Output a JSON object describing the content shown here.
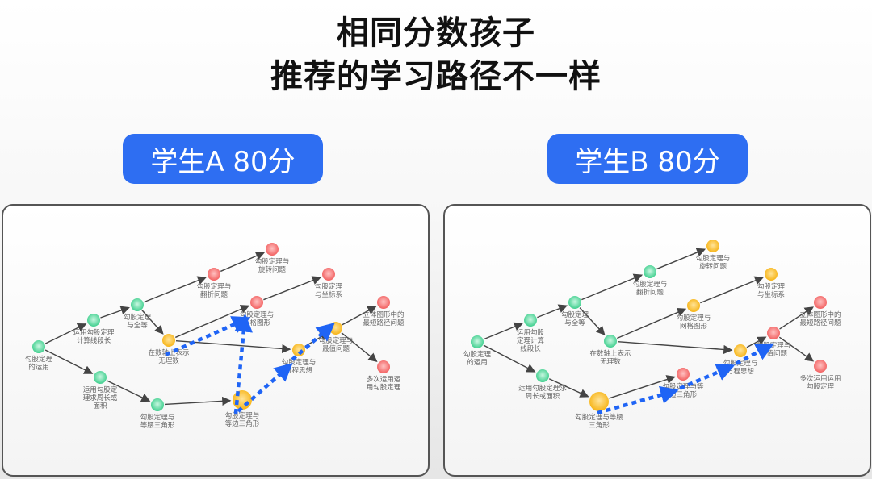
{
  "title": {
    "line1": "相同分数孩子",
    "line2": "推荐的学习路径不一样"
  },
  "colors": {
    "mastered": "#3fcf8e",
    "partial": "#f7b416",
    "weak": "#f26060",
    "path": "#1f64f5",
    "button": "#2e6ef2"
  },
  "panels": [
    {
      "button_label": "学生A 80分",
      "nodes": [
        {
          "label": [
            "勾股定理",
            "的运用"
          ],
          "status": "mastered"
        },
        {
          "label": [
            "运用勾股定理",
            "计算线段长"
          ],
          "status": "mastered"
        },
        {
          "label": [
            "勾股定理",
            "与全等"
          ],
          "status": "mastered"
        },
        {
          "label": [
            "勾股定理与",
            "翻折问题"
          ],
          "status": "weak"
        },
        {
          "label": [
            "勾股定理与",
            "旋转问题"
          ],
          "status": "weak"
        },
        {
          "label": [
            "在数轴上表示",
            "无理数"
          ],
          "status": "partial"
        },
        {
          "label": [
            "勾股定理与",
            "网格图形"
          ],
          "status": "weak"
        },
        {
          "label": [
            "勾股定理",
            "与坐标系"
          ],
          "status": "weak"
        },
        {
          "label": [
            "勾股定理与",
            "方程思想"
          ],
          "status": "partial"
        },
        {
          "label": [
            "勾股定理与",
            "最值问题"
          ],
          "status": "partial"
        },
        {
          "label": [
            "立体图形中的",
            "最短路径问题"
          ],
          "status": "weak"
        },
        {
          "label": [
            "多次运用运",
            "用勾股定理"
          ],
          "status": "weak"
        },
        {
          "label": [
            "运用勾股定",
            "理求周长或",
            "面积"
          ],
          "status": "mastered"
        },
        {
          "label": [
            "勾股定理与",
            "等腰三角形"
          ],
          "status": "mastered"
        },
        {
          "label": [
            "勾股定理与",
            "等边三角形"
          ],
          "status": "partial"
        }
      ]
    },
    {
      "button_label": "学生B 80分",
      "nodes": [
        {
          "label": [
            "勾股定理",
            "的运用"
          ],
          "status": "mastered"
        },
        {
          "label": [
            "运用勾股",
            "定理计算",
            "线段长"
          ],
          "status": "mastered"
        },
        {
          "label": [
            "勾股定理",
            "与全等"
          ],
          "status": "mastered"
        },
        {
          "label": [
            "勾股定理与",
            "翻折问题"
          ],
          "status": "mastered"
        },
        {
          "label": [
            "勾股定理与",
            "旋转问题"
          ],
          "status": "partial"
        },
        {
          "label": [
            "在数轴上表示",
            "无理数"
          ],
          "status": "mastered"
        },
        {
          "label": [
            "勾股定理与",
            "网格图形"
          ],
          "status": "partial"
        },
        {
          "label": [
            "勾股定理",
            "与坐标系"
          ],
          "status": "partial"
        },
        {
          "label": [
            "勾股定理与",
            "方程思想"
          ],
          "status": "partial"
        },
        {
          "label": [
            "勾股定理与",
            "最值问题"
          ],
          "status": "weak"
        },
        {
          "label": [
            "立体图形中的",
            "最短路径问题"
          ],
          "status": "weak"
        },
        {
          "label": [
            "多次运用运用",
            "勾股定理"
          ],
          "status": "weak"
        },
        {
          "label": [
            "运用勾股定理求",
            "周长或面积"
          ],
          "status": "mastered"
        },
        {
          "label": [
            "勾股定理与等腰",
            "三角形"
          ],
          "status": "partial"
        },
        {
          "label": [
            "勾股定理与等",
            "边三角形"
          ],
          "status": "weak"
        }
      ]
    }
  ]
}
